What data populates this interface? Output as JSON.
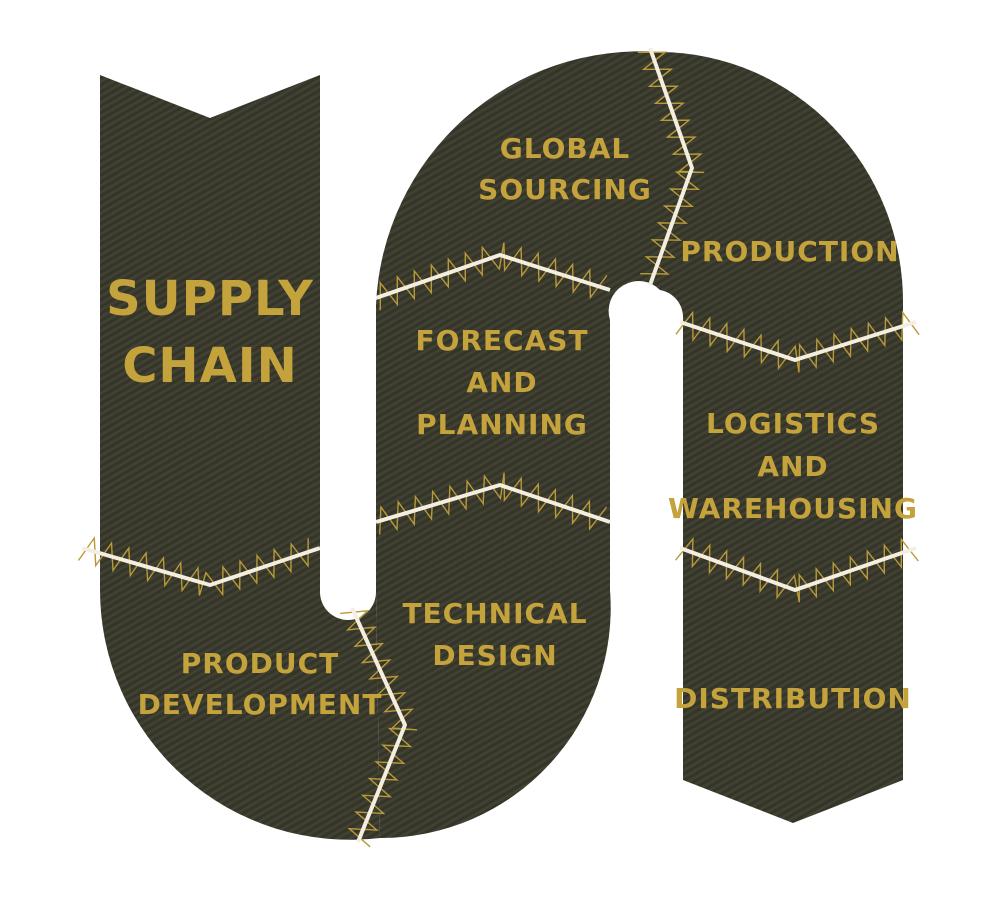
{
  "colors": {
    "fabric": "#3a3a2c",
    "fabric_dark": "#2c2c21",
    "text": "#c4a23c",
    "stitch_thread": "#b89a3a",
    "stitch_core": "#f3eee0",
    "background": "#ffffff"
  },
  "title": {
    "line1": "SUPPLY",
    "line2": "CHAIN"
  },
  "segments": {
    "product_development": {
      "line1": "PRODUCT",
      "line2": "DEVELOPMENT"
    },
    "technical_design": {
      "line1": "TECHNICAL",
      "line2": "DESIGN"
    },
    "forecast_planning": {
      "line1": "FORECAST",
      "line2": "AND",
      "line3": "PLANNING"
    },
    "global_sourcing": {
      "line1": "GLOBAL",
      "line2": "SOURCING"
    },
    "production": {
      "line1": "PRODUCTION"
    },
    "logistics_warehousing": {
      "line1": "LOGISTICS",
      "line2": "AND",
      "line3": "WAREHOUSING"
    },
    "distribution": {
      "line1": "DISTRIBUTION"
    }
  }
}
